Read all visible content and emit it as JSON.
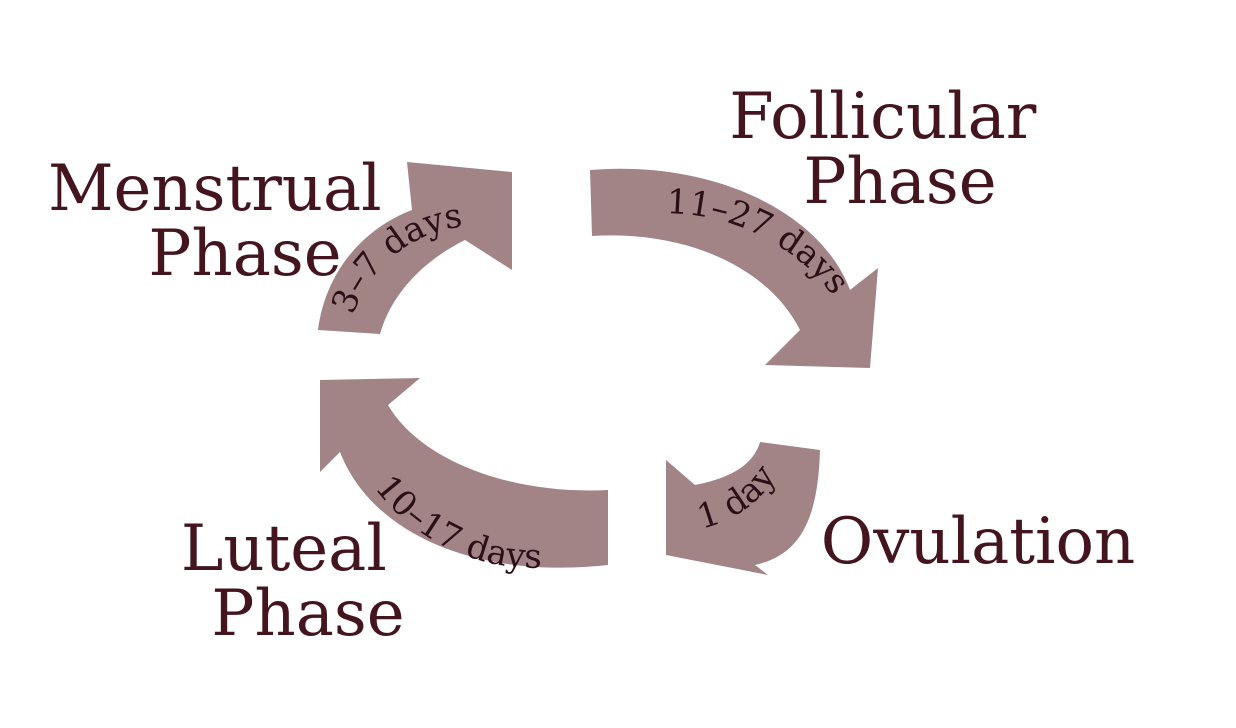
{
  "colors": {
    "arrow_fill": "#a28487",
    "phase_text": "#44141f",
    "duration_text": "#2a0f17",
    "background": "#ffffff"
  },
  "phases": [
    {
      "id": "menstrual",
      "line1": "Menstrual",
      "line2": "Phase",
      "duration": "3–7 days"
    },
    {
      "id": "follicular",
      "line1": "Follicular",
      "line2": "Phase",
      "duration": "11–27 days"
    },
    {
      "id": "ovulation",
      "line1": "Ovulation",
      "line2": "",
      "duration": "1 day"
    },
    {
      "id": "luteal",
      "line1": "Luteal",
      "line2": "Phase",
      "duration": "10–17 days"
    }
  ]
}
